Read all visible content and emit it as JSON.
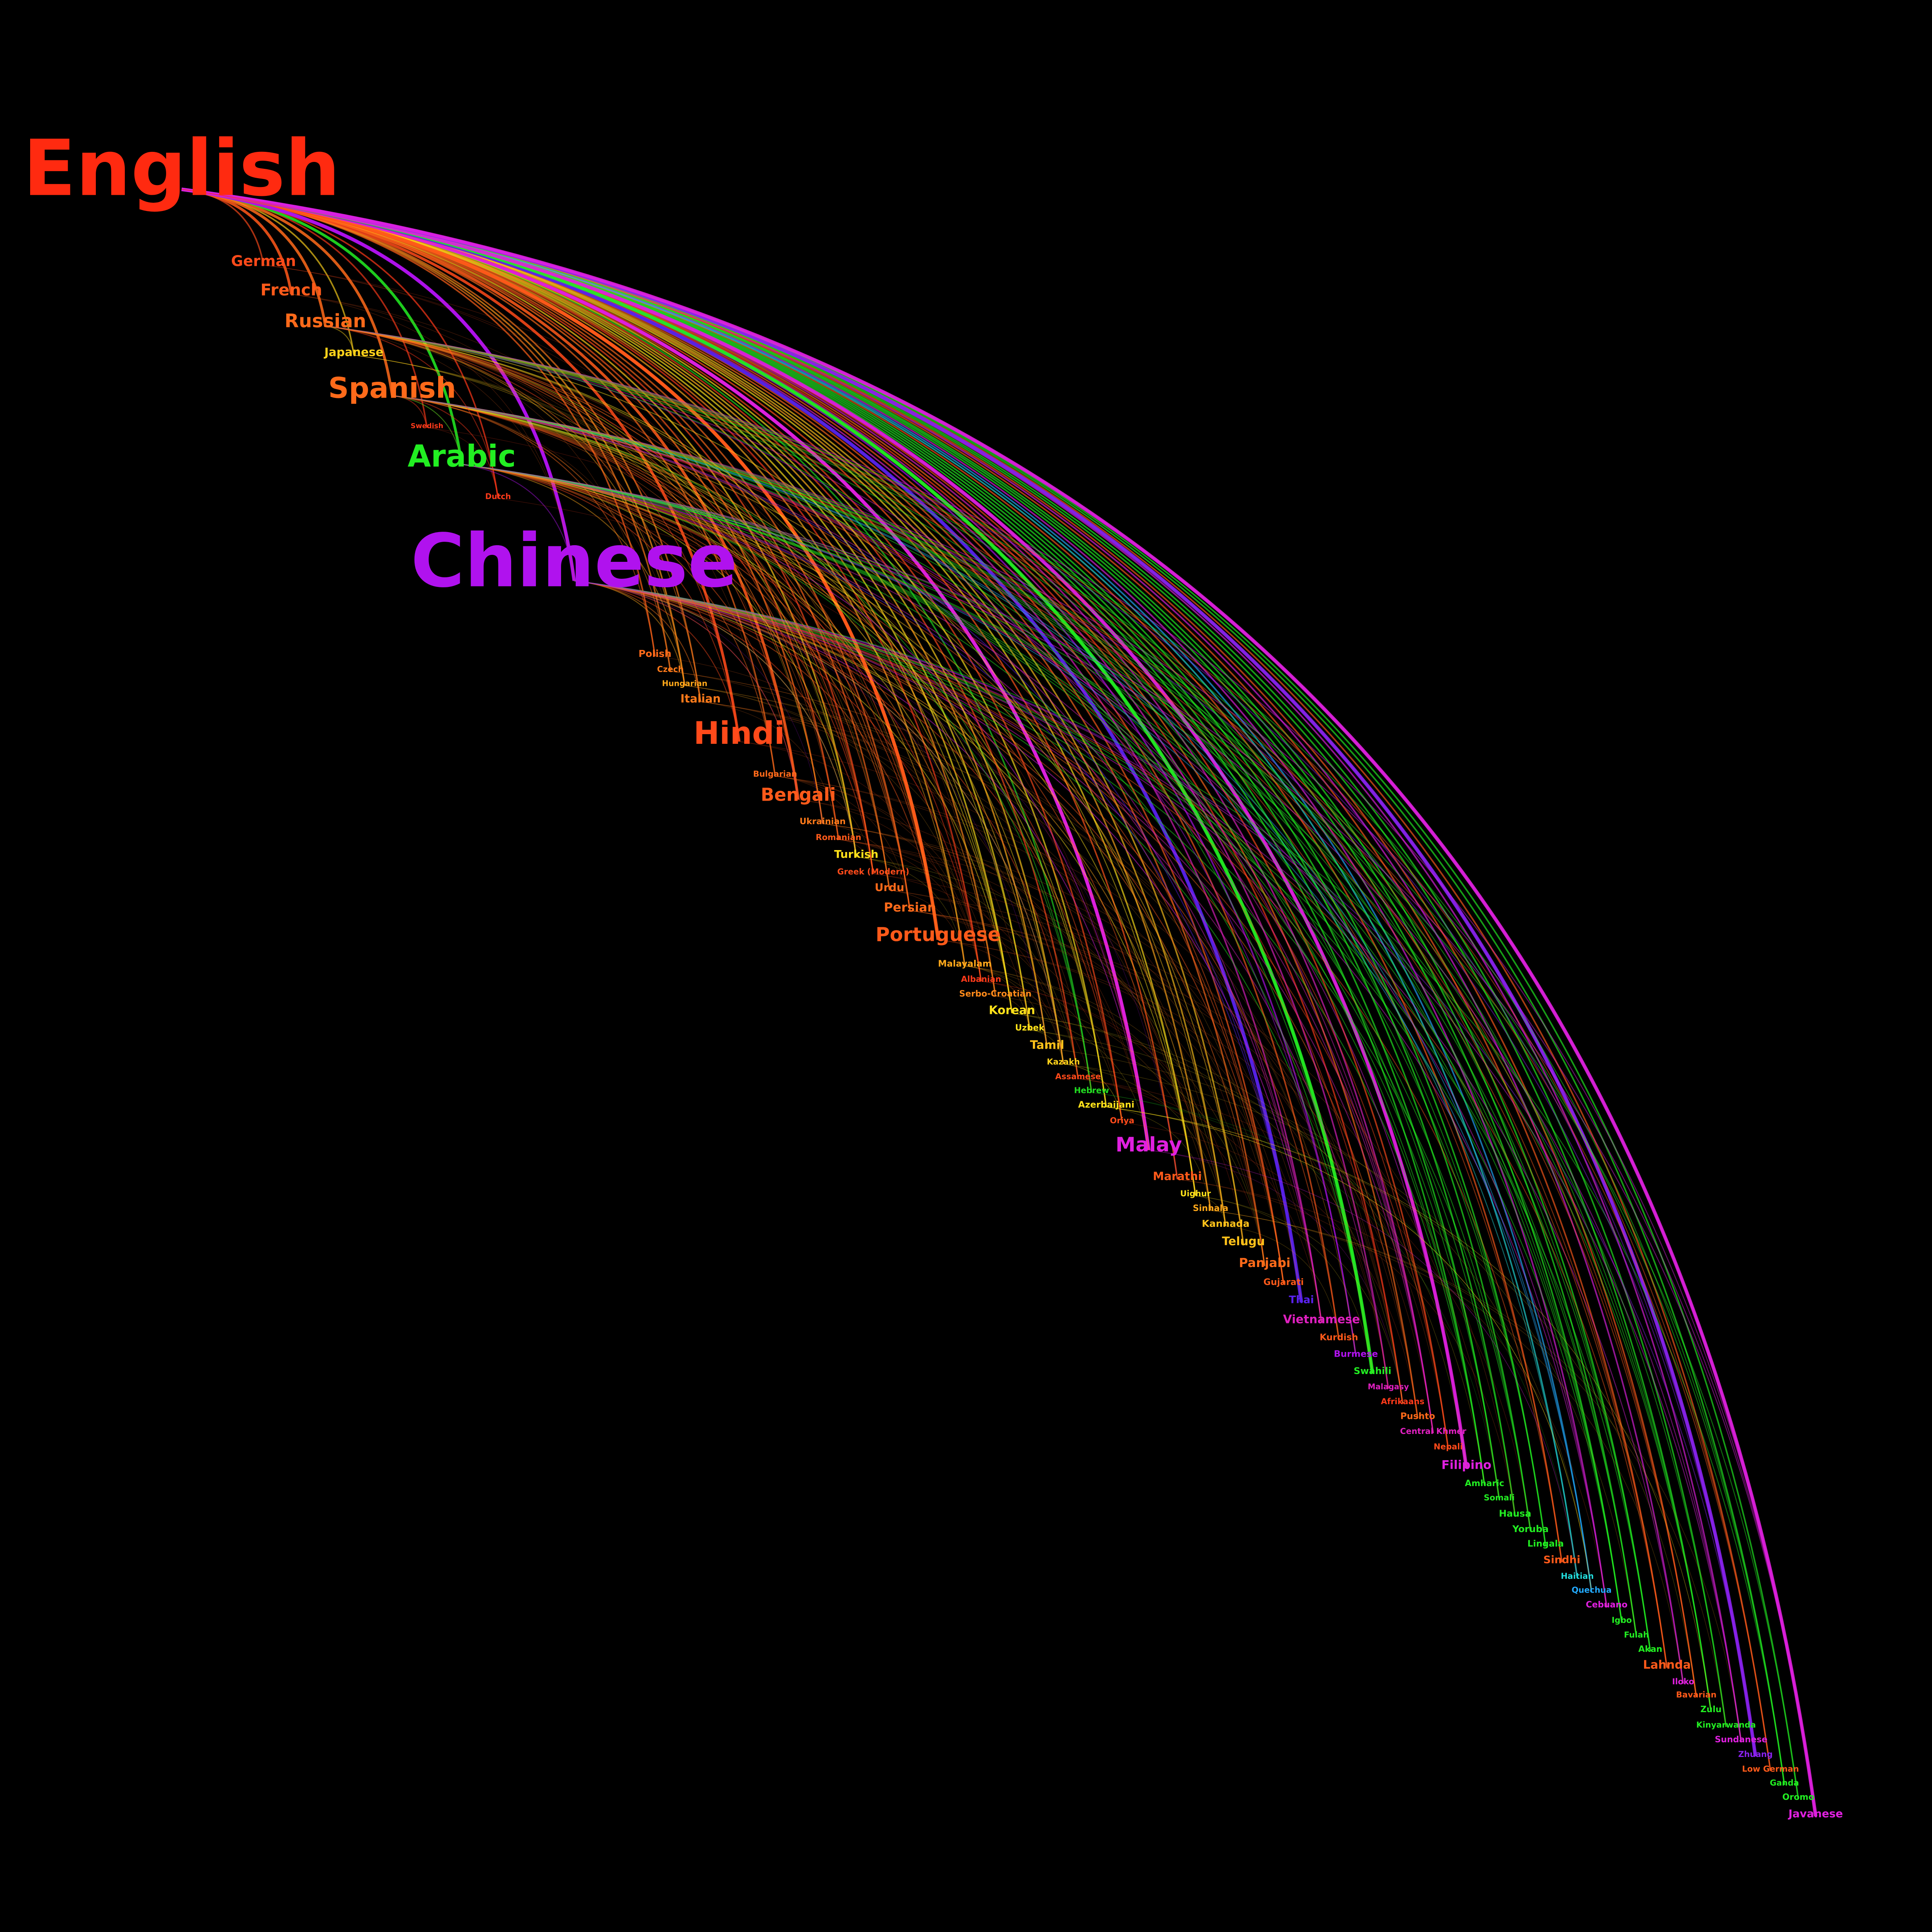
{
  "diagram": {
    "type": "arc-diagram",
    "background": "#000000",
    "languages": [
      {
        "name": "English",
        "color": "#ff2a10"
      },
      {
        "name": "German",
        "color": "#ff4a1a"
      },
      {
        "name": "French",
        "color": "#ff5a1a"
      },
      {
        "name": "Russian",
        "color": "#ff6a1a"
      },
      {
        "name": "Japanese",
        "color": "#ffd21a"
      },
      {
        "name": "Spanish",
        "color": "#ff6a1a"
      },
      {
        "name": "Swedish",
        "color": "#ff3a1a"
      },
      {
        "name": "Arabic",
        "color": "#22ee22"
      },
      {
        "name": "Dutch",
        "color": "#ff3a1a"
      },
      {
        "name": "Chinese",
        "color": "#b012ee"
      },
      {
        "name": "Polish",
        "color": "#ff6a1a"
      },
      {
        "name": "Czech",
        "color": "#ff7a1a"
      },
      {
        "name": "Hungarian",
        "color": "#ffa81a"
      },
      {
        "name": "Italian",
        "color": "#ff7a1a"
      },
      {
        "name": "Hindi",
        "color": "#ff4a1a"
      },
      {
        "name": "Bulgarian",
        "color": "#ff6a1a"
      },
      {
        "name": "Bengali",
        "color": "#ff5a1a"
      },
      {
        "name": "Ukrainian",
        "color": "#ff7a1a"
      },
      {
        "name": "Romanian",
        "color": "#ff5a1a"
      },
      {
        "name": "Turkish",
        "color": "#ffe21a"
      },
      {
        "name": "Greek (Modern)",
        "color": "#ff4a1a"
      },
      {
        "name": "Urdu",
        "color": "#ff6a1a"
      },
      {
        "name": "Persian",
        "color": "#ff6a1a"
      },
      {
        "name": "Portuguese",
        "color": "#ff5a1a"
      },
      {
        "name": "Malayalam",
        "color": "#ffa81a"
      },
      {
        "name": "Albanian",
        "color": "#ff3a1a"
      },
      {
        "name": "Serbo-Croatian",
        "color": "#ff8a1a"
      },
      {
        "name": "Korean",
        "color": "#ffe21a"
      },
      {
        "name": "Uzbek",
        "color": "#ffe21a"
      },
      {
        "name": "Tamil",
        "color": "#ffc21a"
      },
      {
        "name": "Kazakh",
        "color": "#ffd21a"
      },
      {
        "name": "Assamese",
        "color": "#ff4a1a"
      },
      {
        "name": "Hebrew",
        "color": "#22dd22"
      },
      {
        "name": "Azerbaijani",
        "color": "#ffe21a"
      },
      {
        "name": "Oriya",
        "color": "#ff4a1a"
      },
      {
        "name": "Malay",
        "color": "#e020e0"
      },
      {
        "name": "Marathi",
        "color": "#ff5a1a"
      },
      {
        "name": "Uighur",
        "color": "#ffe21a"
      },
      {
        "name": "Sinhala",
        "color": "#ffa81a"
      },
      {
        "name": "Kannada",
        "color": "#ffc21a"
      },
      {
        "name": "Telugu",
        "color": "#ffc21a"
      },
      {
        "name": "Panjabi",
        "color": "#ff6a1a"
      },
      {
        "name": "Gujarati",
        "color": "#ff5a1a"
      },
      {
        "name": "Thai",
        "color": "#5a22ee"
      },
      {
        "name": "Vietnamese",
        "color": "#e020c0"
      },
      {
        "name": "Kurdish",
        "color": "#ff5a1a"
      },
      {
        "name": "Burmese",
        "color": "#b012ee"
      },
      {
        "name": "Swahili",
        "color": "#22ee22"
      },
      {
        "name": "Malagasy",
        "color": "#e020c0"
      },
      {
        "name": "Afrikaans",
        "color": "#ff3a1a"
      },
      {
        "name": "Pushto",
        "color": "#ff6a1a"
      },
      {
        "name": "Central Khmer",
        "color": "#e020c0"
      },
      {
        "name": "Nepali",
        "color": "#ff4a1a"
      },
      {
        "name": "Filipino",
        "color": "#e020e0"
      },
      {
        "name": "Amharic",
        "color": "#22ee22"
      },
      {
        "name": "Somali",
        "color": "#22ee22"
      },
      {
        "name": "Hausa",
        "color": "#22ee22"
      },
      {
        "name": "Yoruba",
        "color": "#22ee22"
      },
      {
        "name": "Lingala",
        "color": "#22ee22"
      },
      {
        "name": "Sindhi",
        "color": "#ff5a1a"
      },
      {
        "name": "Haitian",
        "color": "#22dddd"
      },
      {
        "name": "Quechua",
        "color": "#22aaff"
      },
      {
        "name": "Cebuano",
        "color": "#e020e0"
      },
      {
        "name": "Igbo",
        "color": "#22ee22"
      },
      {
        "name": "Fulah",
        "color": "#22ee22"
      },
      {
        "name": "Akan",
        "color": "#22ee22"
      },
      {
        "name": "Lahnda",
        "color": "#ff5a1a"
      },
      {
        "name": "Iloko",
        "color": "#e020e0"
      },
      {
        "name": "Bavarian",
        "color": "#ff5a1a"
      },
      {
        "name": "Zulu",
        "color": "#22ee22"
      },
      {
        "name": "Kinyarwanda",
        "color": "#22ee22"
      },
      {
        "name": "Sundanese",
        "color": "#e020e0"
      },
      {
        "name": "Zhuang",
        "color": "#8a22ee"
      },
      {
        "name": "Low German",
        "color": "#ff5a1a"
      },
      {
        "name": "Ganda",
        "color": "#22ee22"
      },
      {
        "name": "Oromo",
        "color": "#22ee22"
      },
      {
        "name": "Javanese",
        "color": "#e020e0"
      }
    ]
  }
}
